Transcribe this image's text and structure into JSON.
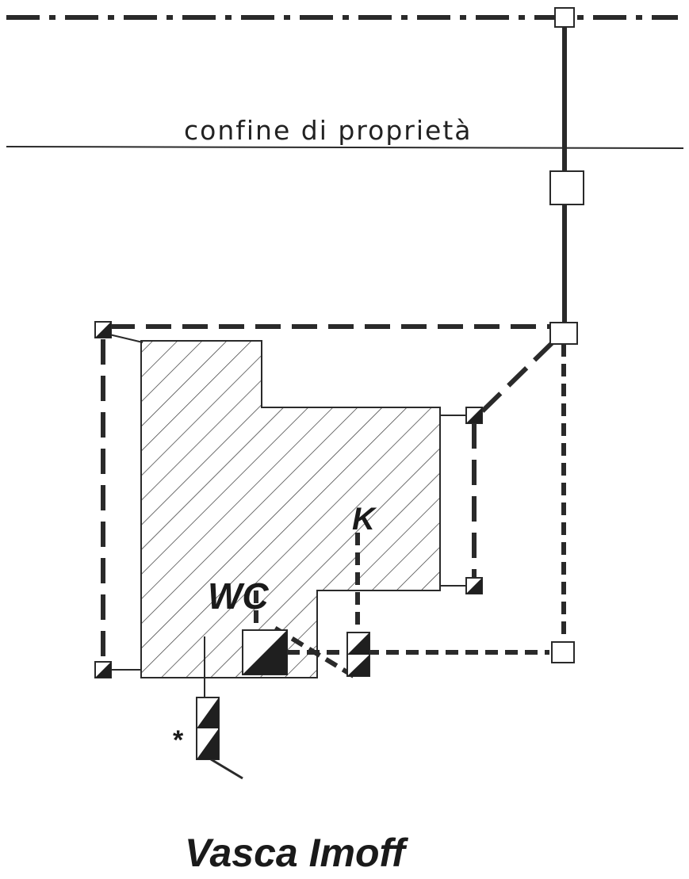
{
  "labels": {
    "property_boundary": "confine di proprietà",
    "room_wc": "WC",
    "room_k": "K",
    "asterisk": "*",
    "tank": "Vasca Imoff"
  },
  "colors": {
    "ink": "#2a2a2a",
    "fill_dark": "#1f1f1f",
    "background": "#ffffff"
  }
}
